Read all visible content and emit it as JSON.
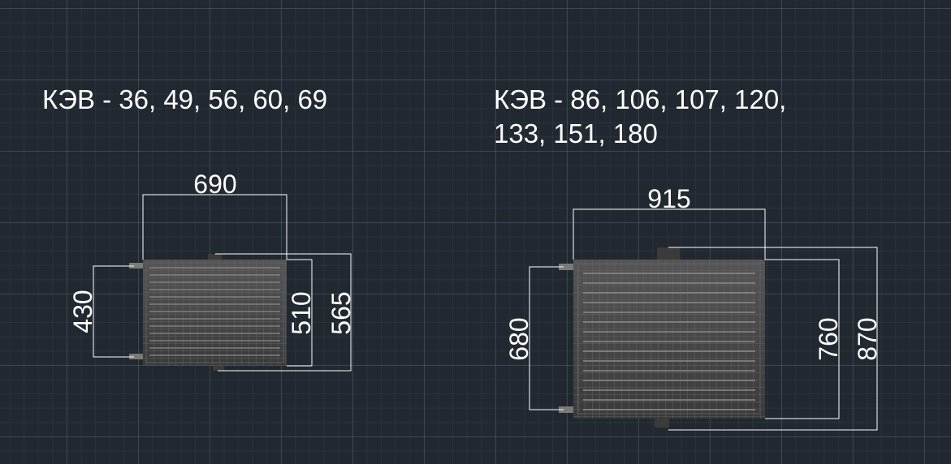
{
  "titles": {
    "left": "КЭВ - 36, 49, 56, 60, 69",
    "right_line1": "КЭВ - 86, 106, 107, 120,",
    "right_line2": "133, 151, 180"
  },
  "left_unit": {
    "width": "690",
    "pipe_spacing": "430",
    "body_height": "510",
    "overall_height": "565"
  },
  "right_unit": {
    "width": "915",
    "pipe_spacing": "680",
    "body_height": "760",
    "overall_height": "870"
  },
  "colors": {
    "background": "#212830",
    "dimension_line": "#ffffff",
    "heater_body": "#4a4a4a",
    "heater_grid": "#666666"
  }
}
